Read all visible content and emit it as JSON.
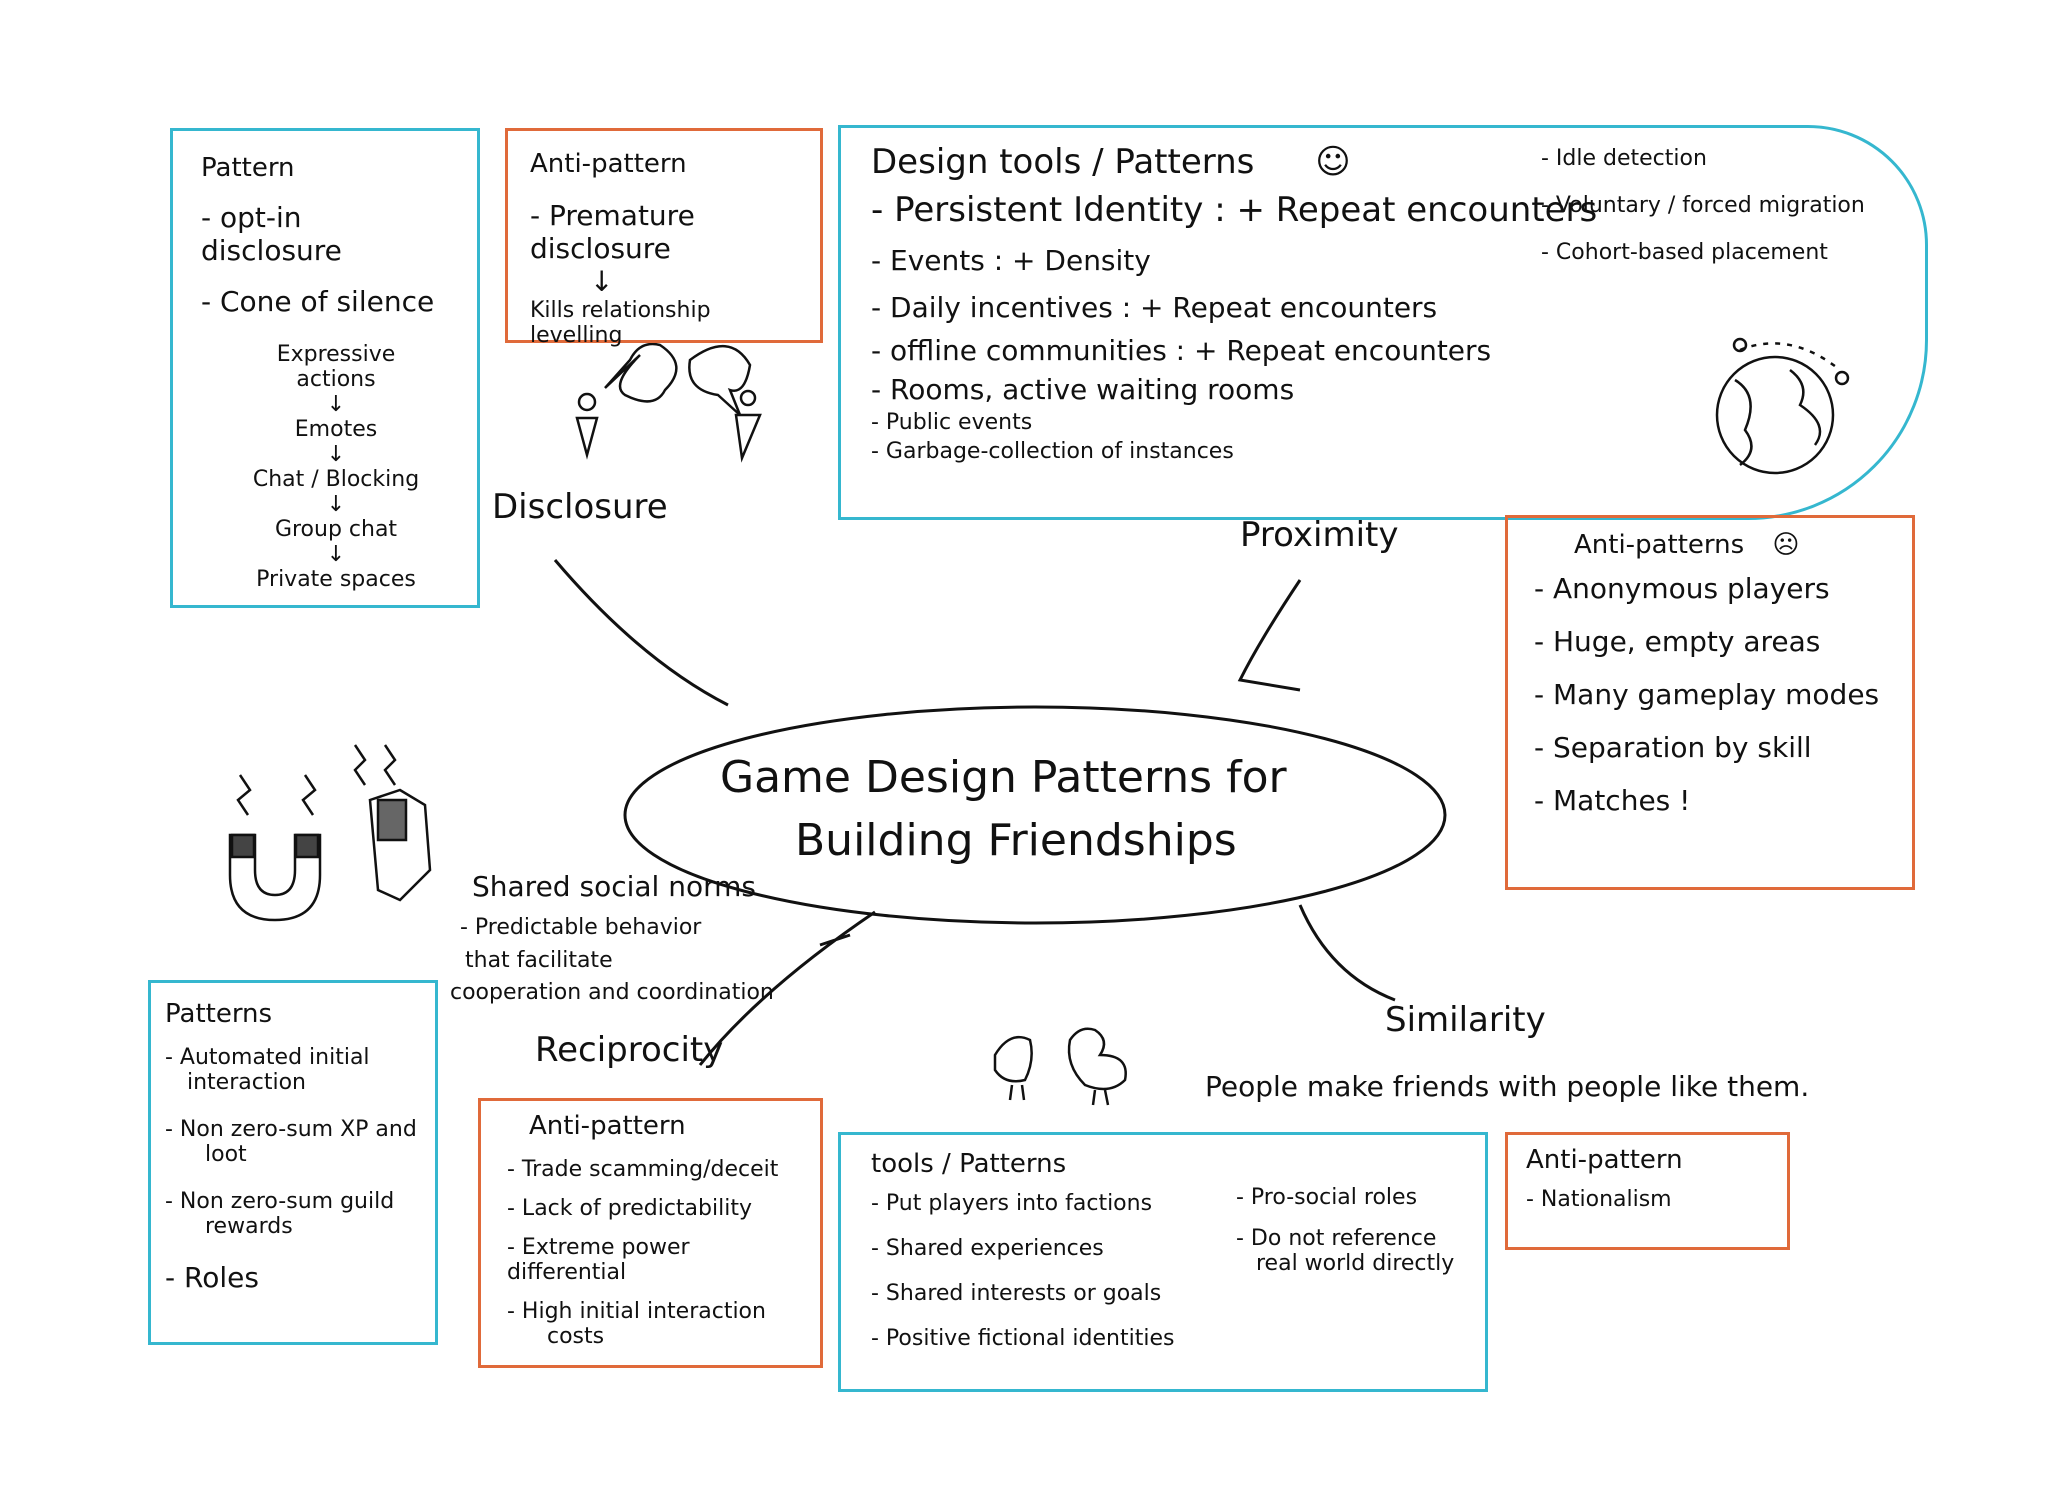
{
  "center": {
    "line1": "Game Design Patterns for",
    "line2": "Building Friendships"
  },
  "branches": {
    "disclosure": "Disclosure",
    "proximity": "Proximity",
    "reciprocity": "Reciprocity",
    "similarity": "Similarity"
  },
  "disclosure_pattern": {
    "heading": "Pattern",
    "items": [
      "- opt-in disclosure",
      "- Cone of silence"
    ],
    "chain": [
      "Expressive actions",
      "↓",
      "Emotes",
      "↓",
      "Chat / Blocking",
      "↓",
      "Group chat",
      "↓",
      "Private spaces"
    ]
  },
  "disclosure_anti": {
    "heading": "Anti-pattern",
    "line1": "- Premature disclosure",
    "arrow": "↓",
    "line2": "Kills relationship levelling"
  },
  "proximity_tools": {
    "heading": "Design tools / Patterns",
    "smiley": "☺",
    "items": [
      "- Persistent Identity : + Repeat encounters",
      "- Events : + Density",
      "- Daily incentives : + Repeat encounters",
      "- offline communities : + Repeat encounters",
      "- Rooms, active waiting rooms",
      "- Public events",
      "- Garbage-collection of instances"
    ],
    "side_items": [
      "- Idle detection",
      "- Voluntary / forced migration",
      "- Cohort-based placement"
    ]
  },
  "proximity_anti": {
    "heading": "Anti-patterns",
    "frown": "☹",
    "items": [
      "- Anonymous players",
      "- Huge, empty areas",
      "- Many gameplay modes",
      "- Separation by skill",
      "- Matches !"
    ]
  },
  "reciprocity_note": {
    "title": "Shared social norms",
    "lines": [
      "- Predictable behavior",
      "that facilitate",
      "cooperation and coordination"
    ]
  },
  "reciprocity_patterns": {
    "heading": "Patterns",
    "items": [
      "- Automated initial",
      "interaction",
      "- Non zero-sum XP and",
      "loot",
      "- Non zero-sum guild",
      "rewards",
      "- Roles"
    ]
  },
  "reciprocity_anti": {
    "heading": "Anti-pattern",
    "items": [
      "- Trade scamming/deceit",
      "- Lack of predictability",
      "- Extreme power differential",
      "- High initial interaction",
      "costs"
    ]
  },
  "similarity_note": "People make friends with people like them.",
  "similarity_tools": {
    "heading": "tools / Patterns",
    "left_items": [
      "- Put players into factions",
      "- Shared experiences",
      "- Shared interests or goals",
      "- Positive fictional identities"
    ],
    "right_items": [
      "- Pro-social roles",
      "- Do not reference",
      "real world directly"
    ]
  },
  "similarity_anti": {
    "heading": "Anti-pattern",
    "items": [
      "- Nationalism"
    ]
  },
  "colors": {
    "pattern_border": "#35b7cf",
    "anti_border": "#e06a3a",
    "ink": "#111111"
  },
  "sketches": [
    "speech-bubbles-icon",
    "globe-icon",
    "magnet-icon",
    "birds-icon"
  ]
}
